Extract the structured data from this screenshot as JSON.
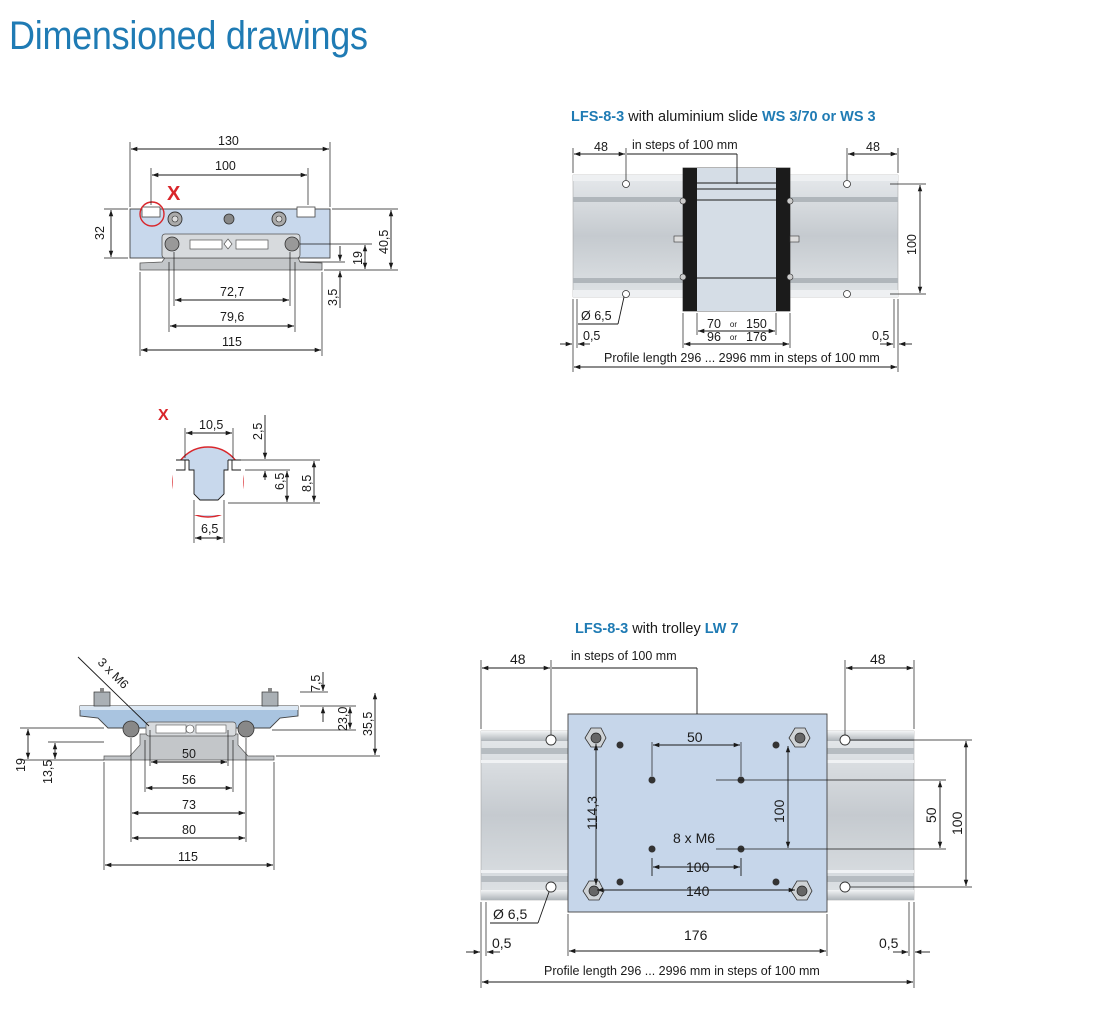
{
  "page": {
    "title": "Dimensioned drawings"
  },
  "drawing_cross_section_slide": {
    "dims": {
      "width_130": "130",
      "width_100": "100",
      "height_32": "32",
      "height_40_5": "40,5",
      "height_19": "19",
      "height_3_5": "3,5",
      "width_72_7": "72,7",
      "width_79_6": "79,6",
      "width_115": "115"
    },
    "marker": "X"
  },
  "drawing_detail_x": {
    "marker": "X",
    "dims": {
      "width_10_5": "10,5",
      "depth_2_5": "2,5",
      "depth_6_5": "6,5",
      "depth_8_5": "8,5",
      "width_6_5": "6,5"
    }
  },
  "drawing_slide_top": {
    "caption": {
      "part1": "LFS-8-3",
      "part2": " with aluminium slide ",
      "part3": "WS 3/70 or WS 3"
    },
    "dims": {
      "left_48": "48",
      "right_48": "48",
      "steps_note": "in steps of 100 mm",
      "height_100": "100",
      "hole_diameter": "Ø 6,5",
      "left_0_5": "0,5",
      "right_0_5": "0,5",
      "slide_inner": "70",
      "slide_inner_alt": "150",
      "slide_outer": "96",
      "slide_outer_alt": "176",
      "or": "or",
      "profile_length": "Profile length 296 ... 2996 mm in steps of 100 mm"
    }
  },
  "drawing_cross_section_trolley": {
    "dims": {
      "thread_label": "3 x M6",
      "height_7_5": "7,5",
      "height_23": "23,0",
      "height_35_5": "35,5",
      "height_19": "19",
      "height_13_5": "13,5",
      "width_50": "50",
      "width_56": "56",
      "width_73": "73",
      "width_80": "80",
      "width_115": "115"
    }
  },
  "drawing_trolley_top": {
    "caption": {
      "part1": "LFS-8-3",
      "part2": " with trolley ",
      "part3": "LW 7"
    },
    "dims": {
      "left_48": "48",
      "right_48": "48",
      "steps_note": "in steps of 100 mm",
      "hole_spacing_50": "50",
      "height_114_3": "114,3",
      "height_100_inner": "100",
      "thread_label": "8 x M6",
      "hole_spacing_100": "100",
      "hole_spacing_140": "140",
      "height_50": "50",
      "height_100": "100",
      "hole_diameter": "Ø 6,5",
      "left_0_5": "0,5",
      "width_176": "176",
      "right_0_5": "0,5",
      "profile_length": "Profile length 296 ... 2996 mm in steps of 100 mm"
    }
  },
  "colors": {
    "title_blue": "#1f7bb4",
    "marker_red": "#d9262b",
    "part_blue": "#c8d8ec",
    "rail_grey": "#c9cdd2",
    "carriage_grey": "#bfc3c6"
  }
}
